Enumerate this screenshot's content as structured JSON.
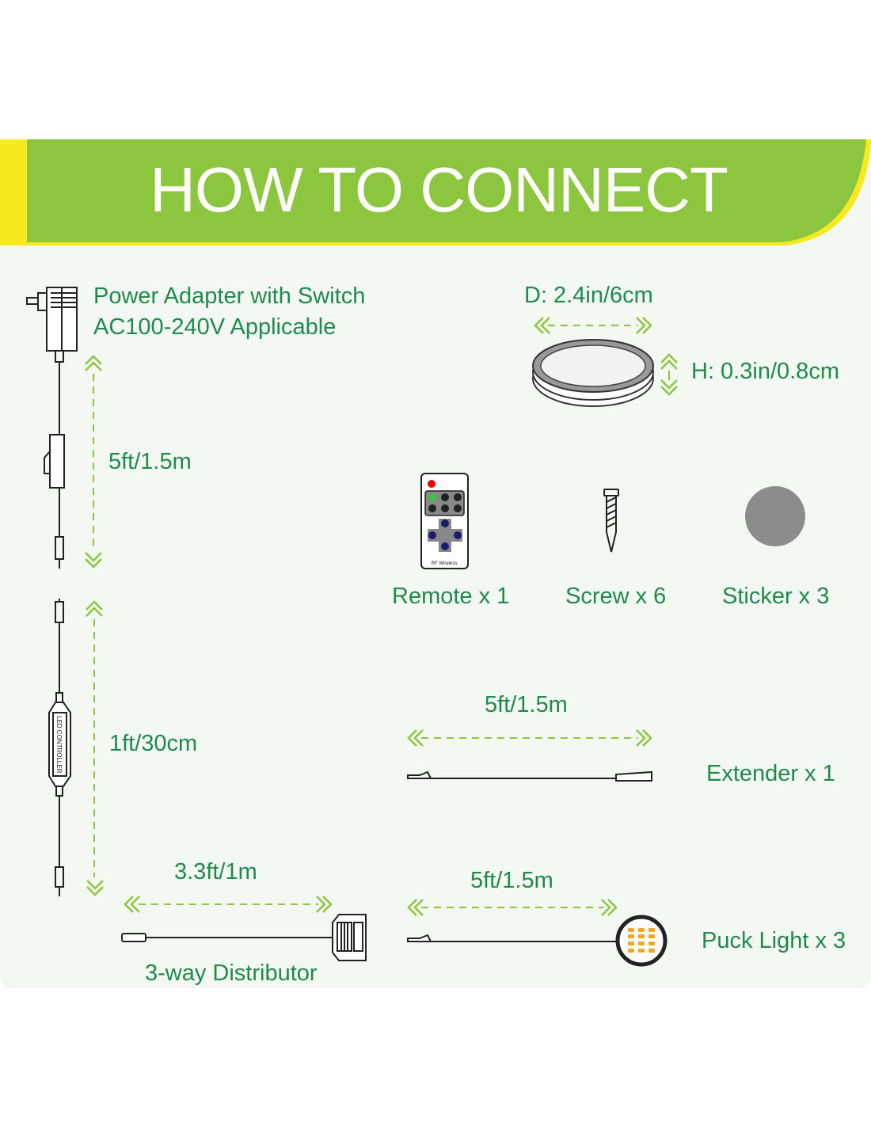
{
  "title": "HOW TO CONNECT",
  "colors": {
    "banner_green": "#8cc63f",
    "banner_yellow": "#f6ea1c",
    "text_green": "#1f8a4c",
    "arrow_green": "#8cc63f",
    "panel_bg": "#f3f9f2"
  },
  "adapter": {
    "name": "Power Adapter with Switch",
    "spec": "AC100-240V Applicable",
    "length": "5ft/1.5m"
  },
  "controller": {
    "label": "LED CONTROLLER",
    "length": "1ft/30cm"
  },
  "distributor": {
    "length": "3.3ft/1m",
    "name": "3-way Distributor"
  },
  "puck": {
    "diameter": "D: 2.4in/6cm",
    "height": "H: 0.3in/0.8cm"
  },
  "accessories": [
    {
      "label": "Remote x 1",
      "icon": "remote-icon",
      "remote_text": "RF Wireless"
    },
    {
      "label": "Screw x 6",
      "icon": "screw-icon"
    },
    {
      "label": "Sticker x 3",
      "icon": "sticker-icon"
    }
  ],
  "extender": {
    "length": "5ft/1.5m",
    "name": "Extender x 1"
  },
  "puck_light": {
    "length": "5ft/1.5m",
    "name": "Puck Light x 3"
  }
}
